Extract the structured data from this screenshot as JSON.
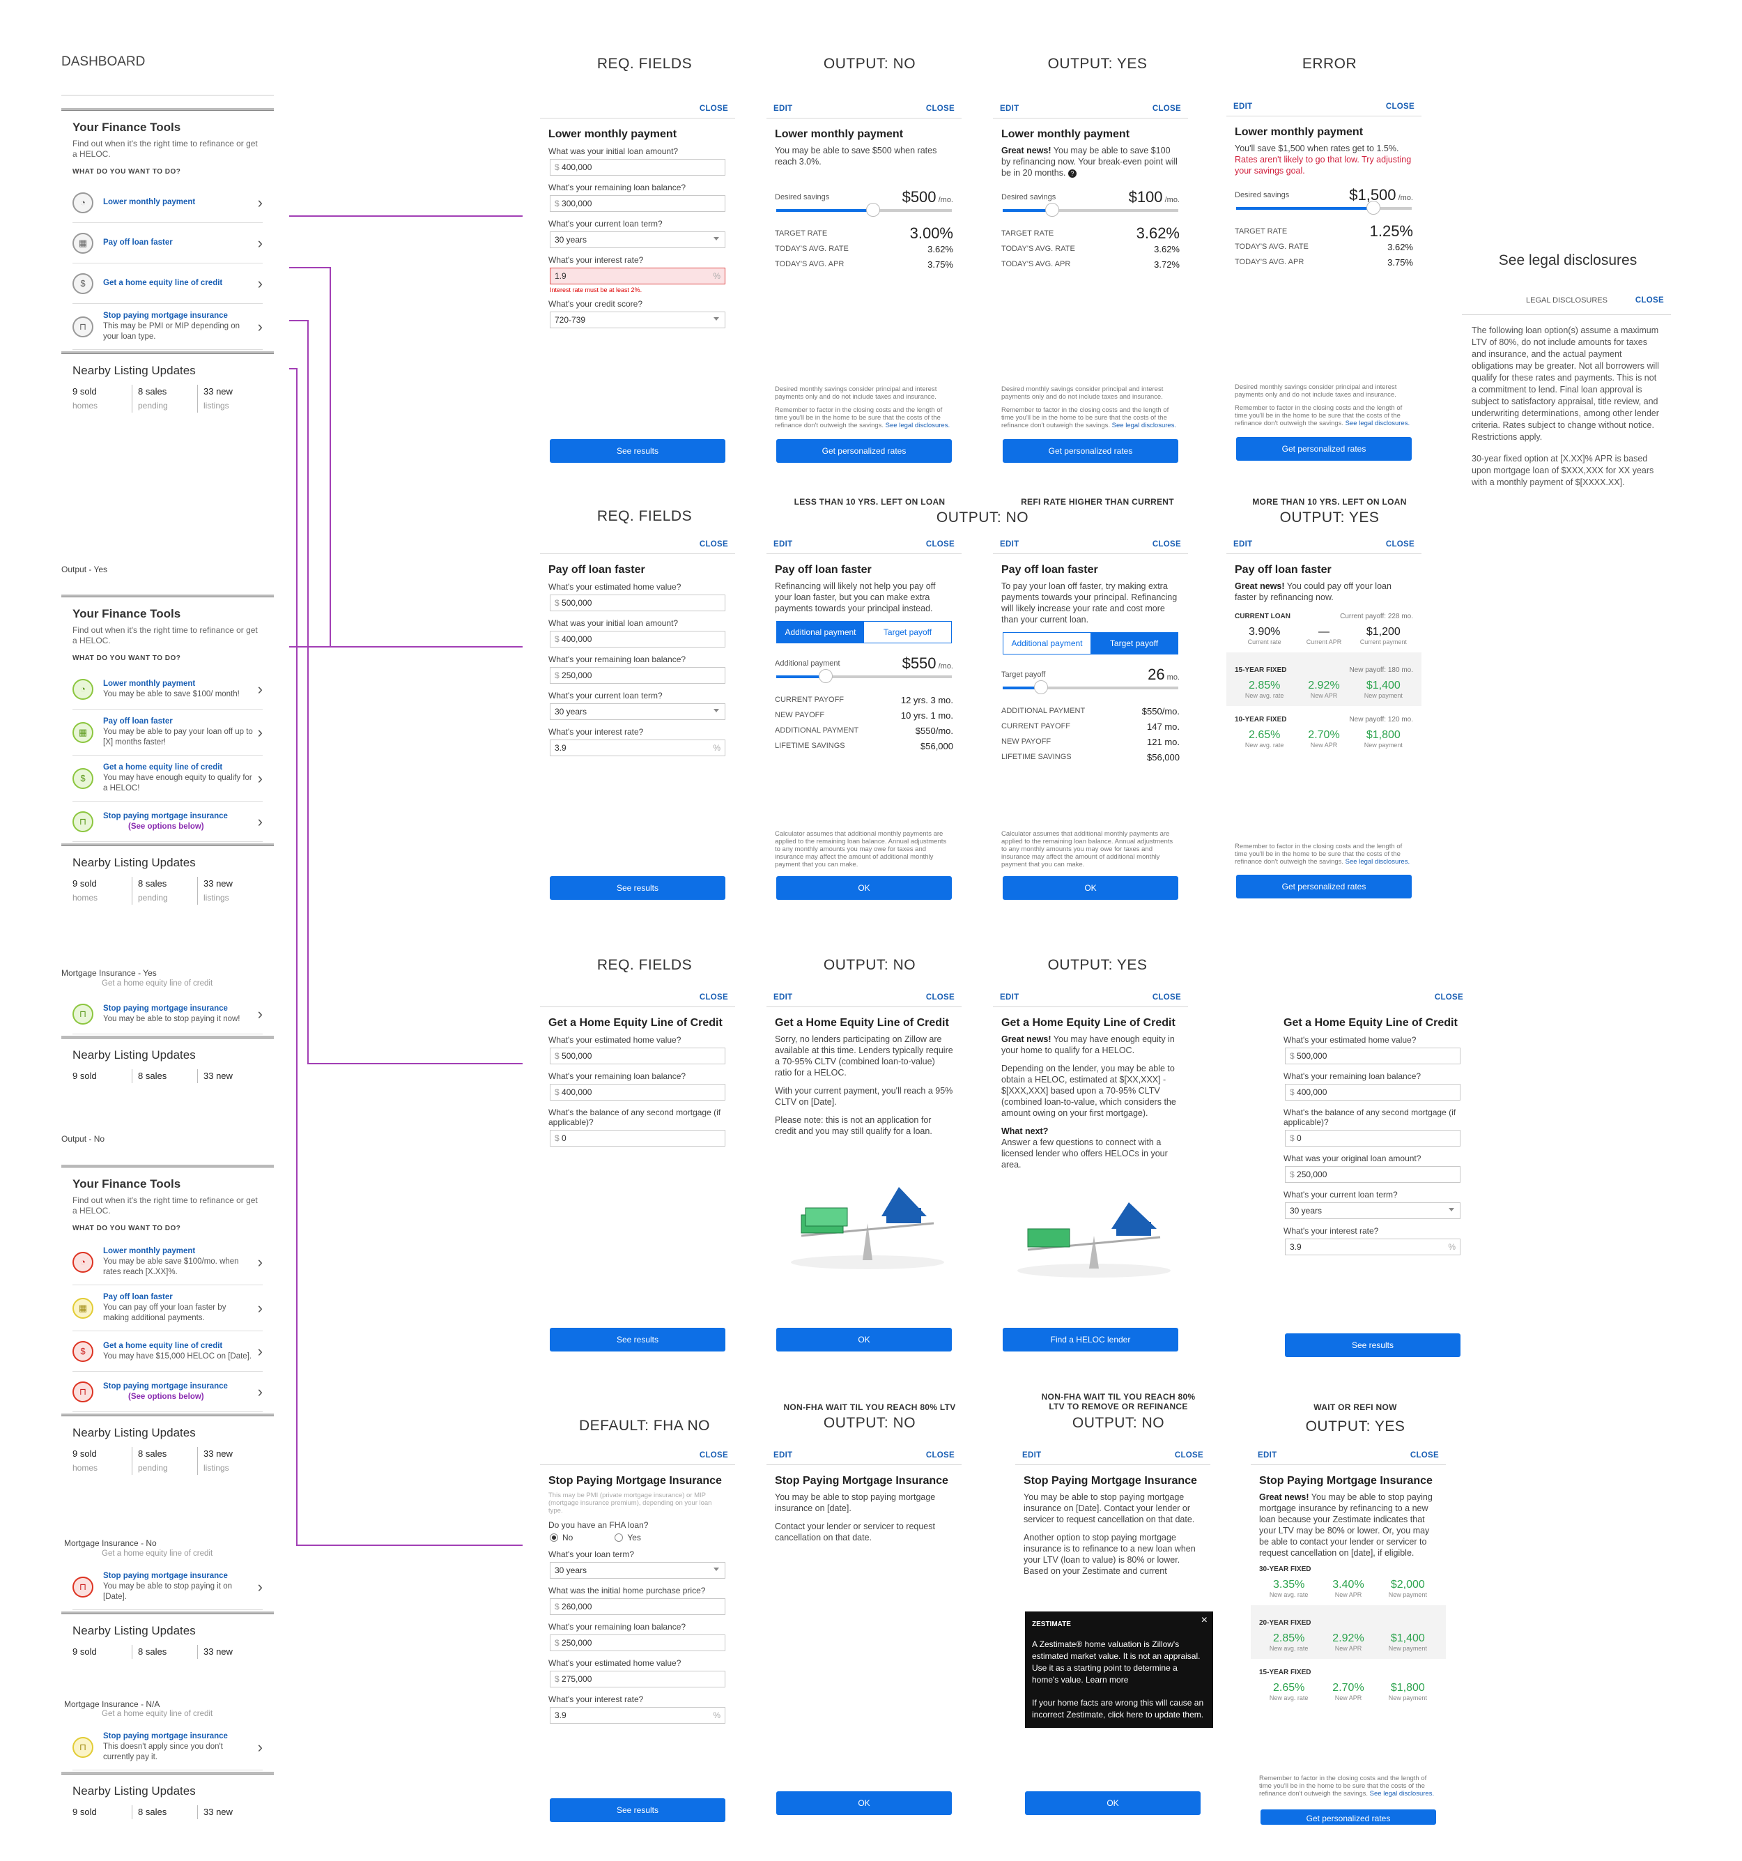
{
  "sections": {
    "dashboard": "DASHBOARD",
    "out_yes": "Output - Yes",
    "mi_yes": "Mortgage Insurance - Yes",
    "out_no": "Output - No",
    "mi_no": "Mortgage Insurance - No",
    "mi_na": "Mortgage Insurance - N/A"
  },
  "col_titles": {
    "req": "REQ. FIELDS",
    "outno": "OUTPUT: NO",
    "outyes": "OUTPUT: YES",
    "error": "ERROR",
    "legal": "See legal disclosures",
    "req2": "REQ. FIELDS",
    "outno2": "OUTPUT: NO",
    "outyes2": "OUTPUT: YES",
    "req3": "REQ. FIELDS",
    "outno3": "OUTPUT: NO",
    "outyes3": "OUTPUT: YES",
    "default_fha": "DEFAULT: FHA NO",
    "outno4": "OUTPUT: NO",
    "outno5": "OUTPUT: NO",
    "outyes4": "OUTPUT: YES"
  },
  "sub_titles": {
    "less10": "LESS THAN 10 YRS. LEFT ON LOAN",
    "refihigher": "REFI RATE HIGHER THAN CURRENT",
    "more10": "MORE THAN 10 YRS. LEFT ON LOAN",
    "nonfha1": "NON-FHA WAIT TIL YOU REACH 80% LTV",
    "nonfha2a": "NON-FHA WAIT TIL YOU REACH 80%",
    "nonfha2b": "LTV TO REMOVE OR REFINANCE",
    "waitrefi": "WAIT OR REFI NOW"
  },
  "common": {
    "edit": "EDIT",
    "close": "CLOSE",
    "see_results": "See results",
    "personalized": "Get personalized rates",
    "ok": "OK",
    "find_heloc": "Find a HELOC lender",
    "usd": "$",
    "pct": "%",
    "per_mo": "/mo.",
    "mo": "mo."
  },
  "dash": {
    "title": "Your Finance Tools",
    "desc": "Find out when it's the right time to refinance or get a HELOC.",
    "ask": "WHAT DO YOU WANT TO DO?",
    "t1": "Lower monthly payment",
    "t2": "Pay off loan faster",
    "t3": "Get a home equity line of credit",
    "t4": "Stop paying mortgage insurance",
    "t4d": "This may be PMI or MIP depending on your loan type.",
    "y1": "You may be able to save $100/ month!",
    "y2": "You may be able to pay your loan off up to [X] months faster!",
    "y3": "You may have enough equity to qualify for a HELOC!",
    "y4": "(See options below)",
    "n1": "You may be able save $100/mo. when rates reach [X.XX]%.",
    "n2": "You can pay off your loan faster by making additional payments.",
    "n3": "You may have $15,000 HELOC on [Date].",
    "miy": "You may be able to stop paying it now!",
    "min": "You may be able to stop paying it on [Date].",
    "mina": "This doesn't apply since you don't currently pay it.",
    "heloc_clip": "Get a home equity line of credit",
    "nearby": "Nearby Listing Updates",
    "s1": "9 sold",
    "s1b": "homes",
    "s2": "8 sales",
    "s2b": "pending",
    "s3": "33 new",
    "s3b": "listings"
  },
  "lower": {
    "title": "Lower monthly payment",
    "q1": "What was your initial loan amount?",
    "v1": "400,000",
    "q2": "What's your remaining loan balance?",
    "v2": "300,000",
    "q3": "What's your current loan term?",
    "v3": "30 years",
    "q4": "What's your interest rate?",
    "v4": "1.9",
    "err": "Interest rate must be at least 2%.",
    "q5": "What's your credit score?",
    "v5": "720-739",
    "no_text": "You may be able to save $500 when rates reach 3.0%.",
    "yes_text_b": "Great news!",
    "yes_text": " You may be able to save $100 by refinancing now. Your break-even point will be in 20 months.",
    "err_text": "You'll save $1,500 when rates get to 1.5%.",
    "err_red": "Rates aren't likely to go that low. Try adjusting your savings goal.",
    "desired": "Desired savings",
    "save_no": "$500",
    "save_yes": "$100",
    "save_err": "$1,500",
    "target": "TARGET RATE",
    "today_rate": "TODAY'S AVG. RATE",
    "today_apr": "TODAY'S AVG. APR",
    "tr_no": "3.00%",
    "tr_yes": "3.62%",
    "tr_err": "1.25%",
    "ar1": "3.62%",
    "ap1": "3.75%",
    "ap2": "3.72%",
    "fine1": "Desired monthly savings consider principal and interest payments only and do not include taxes and insurance.",
    "fine2": "Remember to factor in the closing costs and the length of time you'll be in the home to be sure that the costs of the refinance don't outweigh the savings.",
    "legal_link": "See legal disclosures."
  },
  "legal": {
    "hdr": "LEGAL DISCLOSURES",
    "p1": "The following loan option(s) assume a maximum LTV of 80%, do not include amounts for taxes and insurance, and the actual payment obligations may be greater. Not all borrowers will qualify for these rates and payments.  This is not a commitment to lend.  Final loan approval is subject to satisfactory appraisal, title review, and underwriting determinations, among other lender criteria.  Rates subject to change without notice.  Restrictions apply.",
    "p2": "30-year fixed option at [X.XX]% APR is based upon mortgage loan of $XXX,XXX for XX years with a monthly payment of $[XXXX.XX]."
  },
  "faster": {
    "title": "Pay off loan faster",
    "q0": "What's your estimated home value?",
    "v0": "500,000",
    "q1": "What was your initial loan amount?",
    "v1": "400,000",
    "q2": "What's your remaining loan balance?",
    "v2": "250,000",
    "q3": "What's your current loan term?",
    "v3": "30 years",
    "q4": "What's your interest rate?",
    "v4": "3.9",
    "no_text": "Refinancing will likely not help you pay off your loan faster, but you can make extra payments towards your principal instead.",
    "mid_text": "To pay your loan off faster, try making extra payments towards your principal. Refinancing will likely increase your rate and cost more than your current loan.",
    "seg1": "Additional payment",
    "seg2": "Target payoff",
    "addl": "Additional payment",
    "addl_v": "$550",
    "tp": "Target payoff",
    "tp_v": "26",
    "cp": "CURRENT PAYOFF",
    "np": "NEW PAYOFF",
    "ap": "ADDITIONAL PAYMENT",
    "ls": "LIFETIME SAVINGS",
    "cp1": "12 yrs. 3 mo.",
    "np1": "10 yrs. 1 mo.",
    "ap1": "$550/mo.",
    "ls1": "$56,000",
    "ap2": "$550/mo.",
    "cp2": "147 mo.",
    "np2": "121 mo.",
    "ls2": "$56,000",
    "calc": "Calculator assumes that additional monthly payments are applied to the remaining loan balance.  Annual adjustments to any monthly amounts you may owe for taxes and insurance may affect the amount of additional monthly payment that you can make.",
    "yes_b": "Great news!",
    "yes_t": " You could pay off your loan faster by refinancing now.",
    "cl": "CURRENT LOAN",
    "cl_p": "Current payoff: 228 mo.",
    "cr": "3.90%",
    "cr_l": "Current rate",
    "capr": "—",
    "capr_l": "Current APR",
    "cpay": "$1,200",
    "cpay_l": "Current payment",
    "f15": "15-YEAR FIXED",
    "f15p": "New payoff: 180 mo.",
    "r15": "2.85%",
    "a15": "2.92%",
    "p15": "$1,400",
    "f10": "10-YEAR FIXED",
    "f10p": "New payoff: 120 mo.",
    "r10": "2.65%",
    "a10": "2.70%",
    "p10": "$1,800",
    "nr": "New avg. rate",
    "na": "New APR",
    "npm": "New payment"
  },
  "heloc": {
    "title": "Get a Home Equity Line of Credit",
    "q0": "What's your estimated home value?",
    "v0": "500,000",
    "q1": "What's your remaining loan balance?",
    "v1": "400,000",
    "q2": "What's the balance of any second mortgage (if applicable)?",
    "v2": "0",
    "q3": "What was your original loan amount?",
    "v3": "250,000",
    "q4": "What's your current loan term?",
    "v4": "30 years",
    "q5": "What's your interest rate?",
    "v5": "3.9",
    "no1": "Sorry, no lenders participating on Zillow are available at this time. Lenders typically require a 70-95% CLTV (combined loan-to-value) ratio for a HELOC.",
    "no2": "With your current payment, you'll reach a 95% CLTV on [Date].",
    "no3": "Please note: this is not an application for credit and you may still qualify for a loan.",
    "yes_b": "Great news!",
    "yes1": " You may have enough equity in your home to qualify for a HELOC.",
    "yes2": "Depending on the lender, you may be able to obtain a HELOC, estimated at $[XX,XXX] - $[XXX,XXX] based upon a 70-95% CLTV (combined loan-to-value, which considers the amount owing on your first mortgage).",
    "yes3b": "What next?",
    "yes3": "Answer a few questions to connect with a licensed lender who offers HELOCs in your area."
  },
  "mi": {
    "title": "Stop Paying Mortgage Insurance",
    "hint": "This may be PMI (private mortgage insurance) or MIP (mortgage insurance premium), depending on your loan type.",
    "fha": "Do you have an FHA loan?",
    "no": "No",
    "yes": "Yes",
    "q1": "What's your loan term?",
    "v1": "30 years",
    "q2": "What was the initial home purchase price?",
    "v2": "260,000",
    "q3": "What's your remaining loan balance?",
    "v3": "250,000",
    "q4": "What's your estimated home value?",
    "v4": "275,000",
    "q5": "What's your interest rate?",
    "v5": "3.9",
    "no1": "You may be able to stop paying mortgage insurance on [date].",
    "no2": "Contact your lender or servicer to request cancellation on that date.",
    "n2a": "You may be able to stop paying mortgage insurance on [Date]. Contact your lender or servicer to request cancellation on that date.",
    "n2b": "Another option to stop paying mortgage insurance is to refinance to a new loan when your LTV (loan to value) is 80% or lower. Based on your Zestimate and current payment, this will happen on [Date], if",
    "tip_t": "ZESTIMATE",
    "tip1": "A Zestimate® home valuation is Zillow's estimated market value. It is not an appraisal. Use it as a starting point to determine a home's value. Learn more",
    "tip2": "If your home facts are wrong this will cause an incorrect Zestimate, click here to update them.",
    "yes_b": "Great news!",
    "yes_t": " You may be able to stop paying mortgage insurance by refinancing to a new loan because your Zestimate indicates that your LTV may be 80% or lower. Or, you may be able to contact your lender or servicer to request cancellation on [date], if eligible.",
    "f30": "30-YEAR FIXED",
    "r30": "3.35%",
    "a30": "3.40%",
    "p30": "$2,000",
    "f20": "20-YEAR FIXED",
    "r20": "2.85%",
    "a20": "2.92%",
    "p20": "$1,400",
    "f15": "15-YEAR FIXED",
    "r15": "2.65%",
    "a15": "2.70%",
    "p15": "$1,800"
  }
}
